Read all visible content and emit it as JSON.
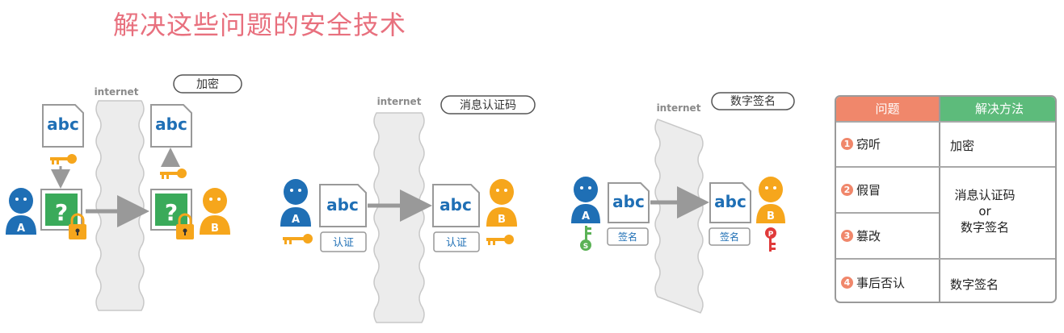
{
  "title": "解决这些问题的安全技术",
  "internet_label": "internet",
  "doc_text": "abc",
  "question_mark": "?",
  "person_a": "A",
  "person_b": "B",
  "key_s": "S",
  "key_p": "P",
  "tags": {
    "encryption": "加密",
    "mac": "消息认证码",
    "signature": "数字签名"
  },
  "doc_labels": {
    "auth": "认证",
    "sign": "签名"
  },
  "table": {
    "header_problem": "问题",
    "header_solution": "解决方法",
    "rows": [
      {
        "num": "1",
        "problem": "窃听"
      },
      {
        "num": "2",
        "problem": "假冒"
      },
      {
        "num": "3",
        "problem": "篡改"
      },
      {
        "num": "4",
        "problem": "事后否认"
      }
    ],
    "solutions": {
      "eavesdrop": "加密",
      "mac": "消息认证码",
      "or": "or",
      "signature": "数字签名",
      "repudiation": "数字签名"
    }
  },
  "colors": {
    "title": "#e8707e",
    "person_a": "#1f6fb5",
    "person_b": "#f6a61c",
    "key_orange": "#f6a61c",
    "key_green": "#5bb256",
    "key_red": "#e03a3a",
    "lock": "#f6a61c",
    "doc_green": "#3aaa5a",
    "arrow": "#999999",
    "header_problem": "#f0876b",
    "header_solution": "#5dbb7b"
  }
}
